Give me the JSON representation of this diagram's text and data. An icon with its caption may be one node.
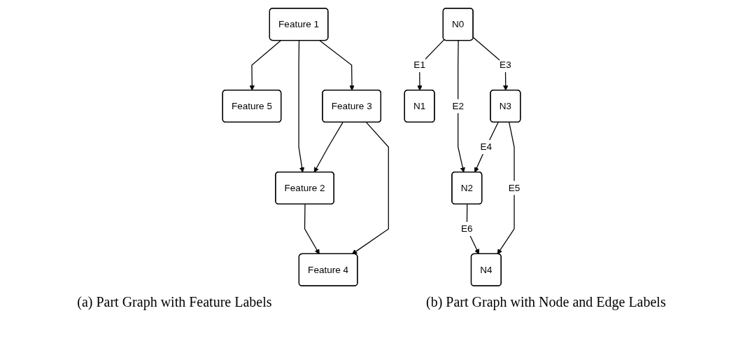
{
  "diagram": {
    "nodes": [
      {
        "text": [
          "Feature 1"
        ]
      },
      {
        "text": [
          "Feature 5"
        ]
      },
      {
        "text": [
          "Feature 2"
        ]
      },
      {
        "text": [
          "Feature 3"
        ]
      },
      {
        "text": [
          "Feature 4"
        ]
      },
      {
        "text": [
          "N0"
        ]
      },
      {
        "text": [
          "N1"
        ]
      },
      {
        "text": [
          "N2"
        ]
      },
      {
        "text": [
          "N3"
        ]
      },
      {
        "text": [
          "N4"
        ]
      }
    ],
    "edges": [
      {
        "from": 0,
        "to": 1,
        "arrow": "to"
      },
      {
        "from": 0,
        "to": 2,
        "arrow": "to"
      },
      {
        "from": 0,
        "to": 3,
        "arrow": "to"
      },
      {
        "from": 3,
        "to": 2,
        "arrow": "to"
      },
      {
        "from": 2,
        "to": 4,
        "arrow": "to"
      },
      {
        "from": 3,
        "to": 4,
        "arrow": "to"
      },
      {
        "from": 5,
        "to": 6,
        "label": "E1",
        "arrow": "to"
      },
      {
        "from": 5,
        "to": 7,
        "label": "E2",
        "arrow": "to"
      },
      {
        "from": 5,
        "to": 8,
        "label": "E3",
        "arrow": "to"
      },
      {
        "from": 8,
        "to": 7,
        "label": "E4",
        "arrow": "to"
      },
      {
        "from": 8,
        "to": 9,
        "label": "E5",
        "arrow": "to"
      },
      {
        "from": 7,
        "to": 9,
        "label": "E6",
        "arrow": "to"
      }
    ],
    "labels": [
      "(a) Part Graph with Feature Labels",
      "(b) Part Graph with Node and Edge Labels"
    ]
  }
}
